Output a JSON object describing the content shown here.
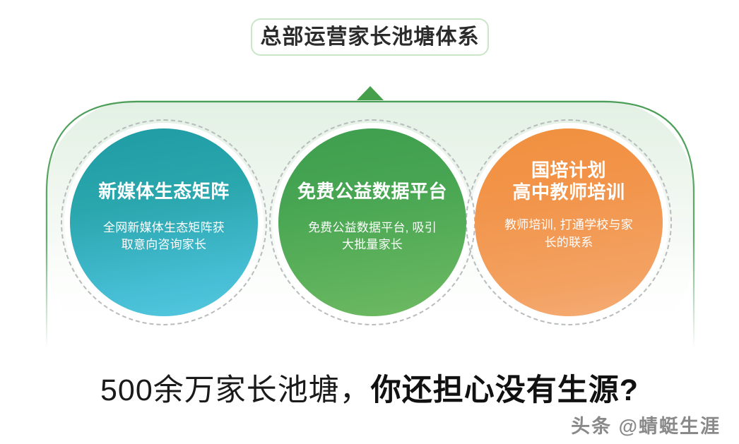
{
  "header": {
    "title": "总部运营家长池塘体系"
  },
  "diagram": {
    "arrow_icon": "triangle-up-icon",
    "arrow_color": "#46a04b",
    "container_fill_top": "#e2f0e4",
    "container_stroke": "#4a9e56",
    "dashed_ring_color": "#b9bcbe",
    "bubbles": [
      {
        "title": "新媒体生态矩阵",
        "desc": "全网新媒体生态矩阵获\n取意向咨询家长",
        "color_from": "#1f9ba4",
        "color_to": "#55c8e0"
      },
      {
        "title": "免费公益数据平台",
        "desc": "免费公益数据平台, 吸引\n大批量家长",
        "color_from": "#3d9e4f",
        "color_to": "#6fba62"
      },
      {
        "title": "国培计划\n高中教师培训",
        "desc": "教师培训, 打通学校与家\n长的联系",
        "color_from": "#f0903e",
        "color_to": "#f4ad77"
      }
    ]
  },
  "footer": {
    "headline_normal": "500余万家长池塘，",
    "headline_bold": "你还担心没有生源?",
    "watermark": "头条 @蜻蜓生涯"
  }
}
